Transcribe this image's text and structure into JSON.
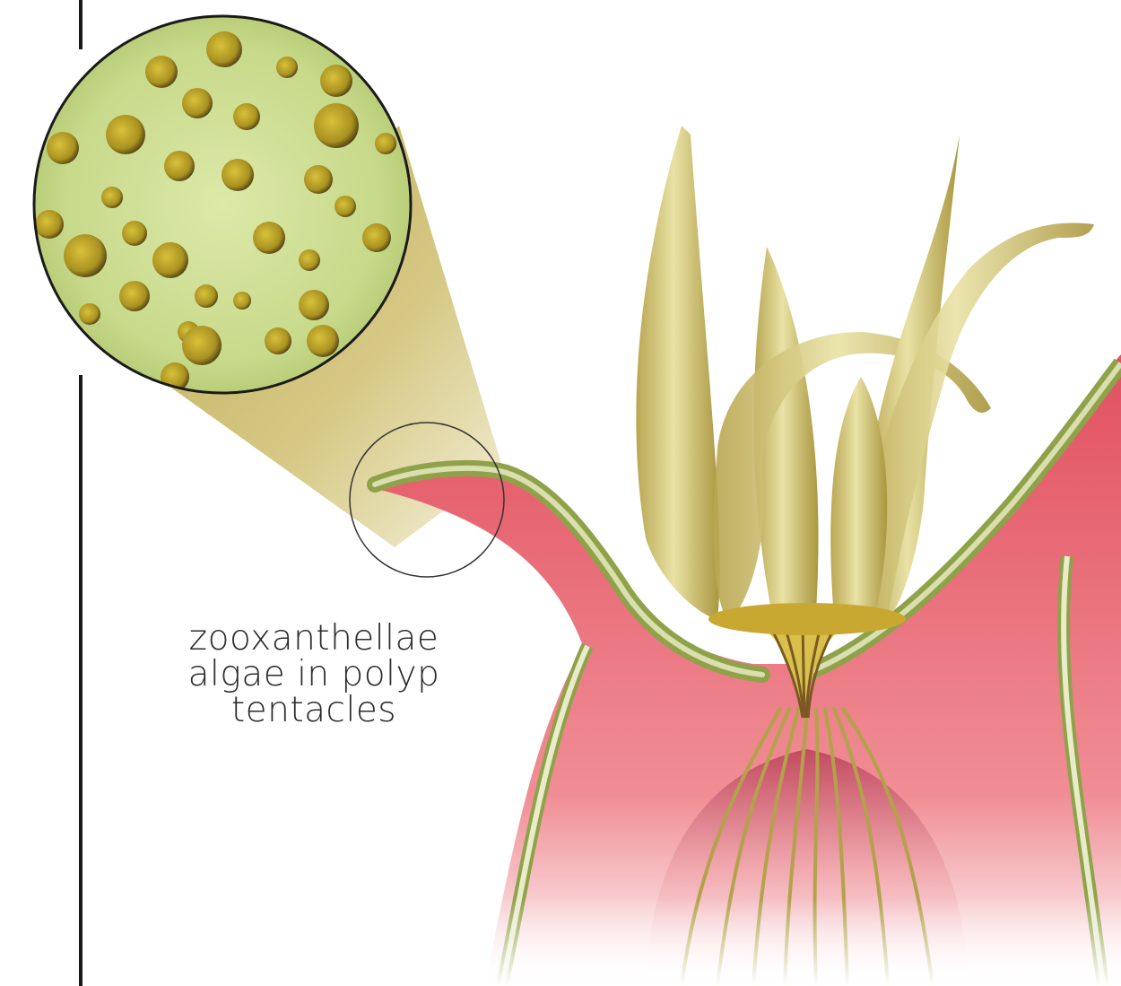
{
  "caption": {
    "lines": [
      "zooxanthellae",
      "algae in polyp",
      "tentacles"
    ]
  },
  "colors": {
    "algae_green": "#c9dc8a",
    "algae_cell": "#b8a227",
    "tissue_red": "#e36470",
    "tissue_pink": "#f2b3b0",
    "membrane_green": "#8fa24a",
    "tentacle_yellow": "#d9cf8a",
    "callout_gold": "#c2b058",
    "rule": "#1a1a1a"
  },
  "icons": [
    "magnifier-callout-circle",
    "source-circle"
  ]
}
